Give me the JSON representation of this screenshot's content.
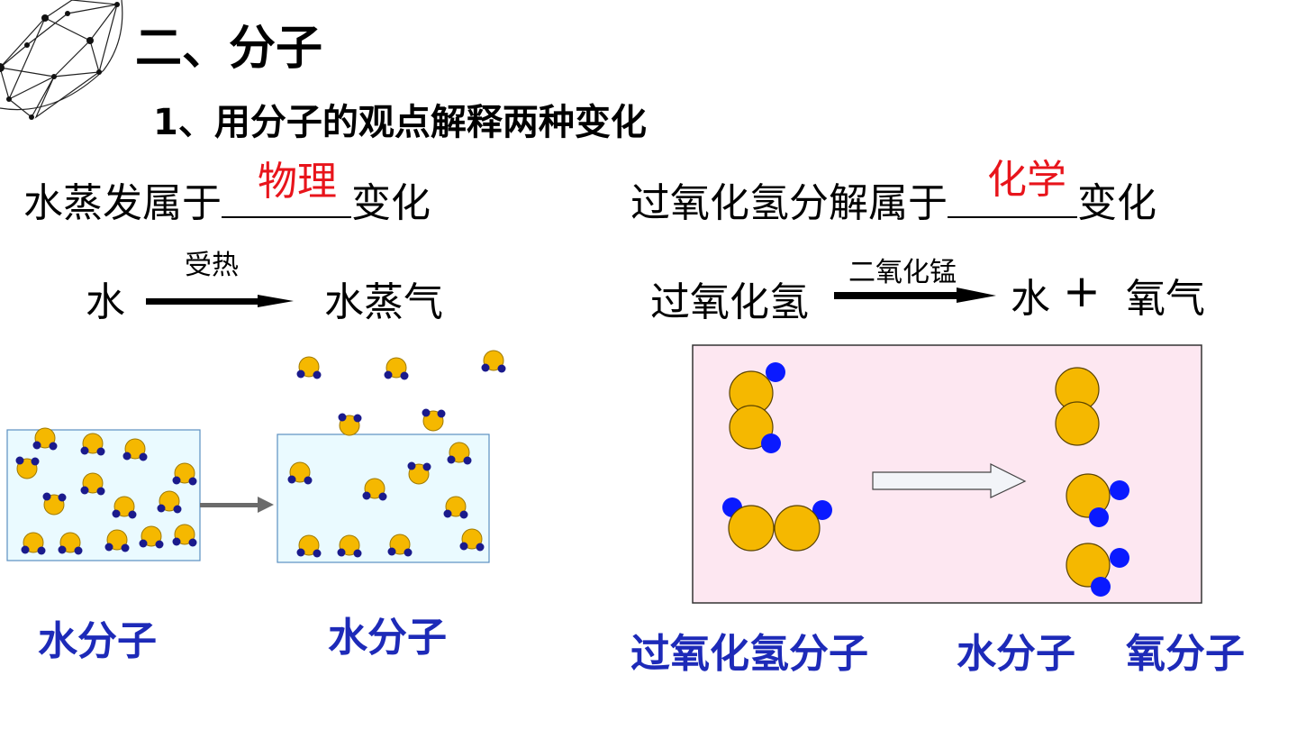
{
  "heading": {
    "title": "二、分子",
    "subtitle": "1、用分子的观点解释两种变化"
  },
  "left": {
    "question_prefix": "水蒸发属于",
    "answer": "物理",
    "question_suffix": "变化",
    "reactant": "水",
    "condition": "受热",
    "product": "水蒸气",
    "label_before": "水分子",
    "label_after": "水分子"
  },
  "right": {
    "question_prefix": "过氧化氢分解属于",
    "answer": "化学",
    "question_suffix": "变化",
    "reactant": "过氧化氢",
    "condition": "二氧化锰",
    "product1": "水",
    "plus": "+",
    "product2": "氧气",
    "label_reactant": "过氧化氢分子",
    "label_water": "水分子",
    "label_oxygen": "氧分子"
  },
  "colors": {
    "answer_red": "#e8141b",
    "label_blue": "#1d2ab8",
    "oxygen_atom": "#f5b800",
    "hydrogen_small": "#1a1a8c",
    "hydrogen_blue": "#0a1aff",
    "box_fill": "#eafaff",
    "reaction_box_fill": "#fde7f1"
  }
}
